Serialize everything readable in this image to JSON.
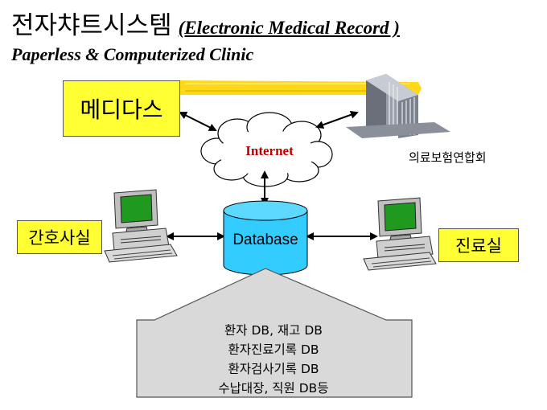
{
  "title": {
    "korean": "전자챠트시스템",
    "english": "(Electronic Medical Record )"
  },
  "subtitle": "Paperless & Computerized Clinic",
  "nodes": {
    "medidas": "메디다스",
    "internet": "Internet",
    "kmia": "의료보험연합회",
    "nurse_station": "간호사실",
    "clinic_room": "진료실",
    "database": "Database"
  },
  "db_contents": [
    "환자 DB, 재고 DB",
    "환자진료기록 DB",
    "환자검사기록 DB",
    "수납대장, 직원 DB등"
  ],
  "colors": {
    "label_box": "#ffff33",
    "database_fill": "#33ccff",
    "internet_text": "#c00000",
    "highlight_band": "#ffd400",
    "upload_arrow": "#d9d9d9"
  }
}
